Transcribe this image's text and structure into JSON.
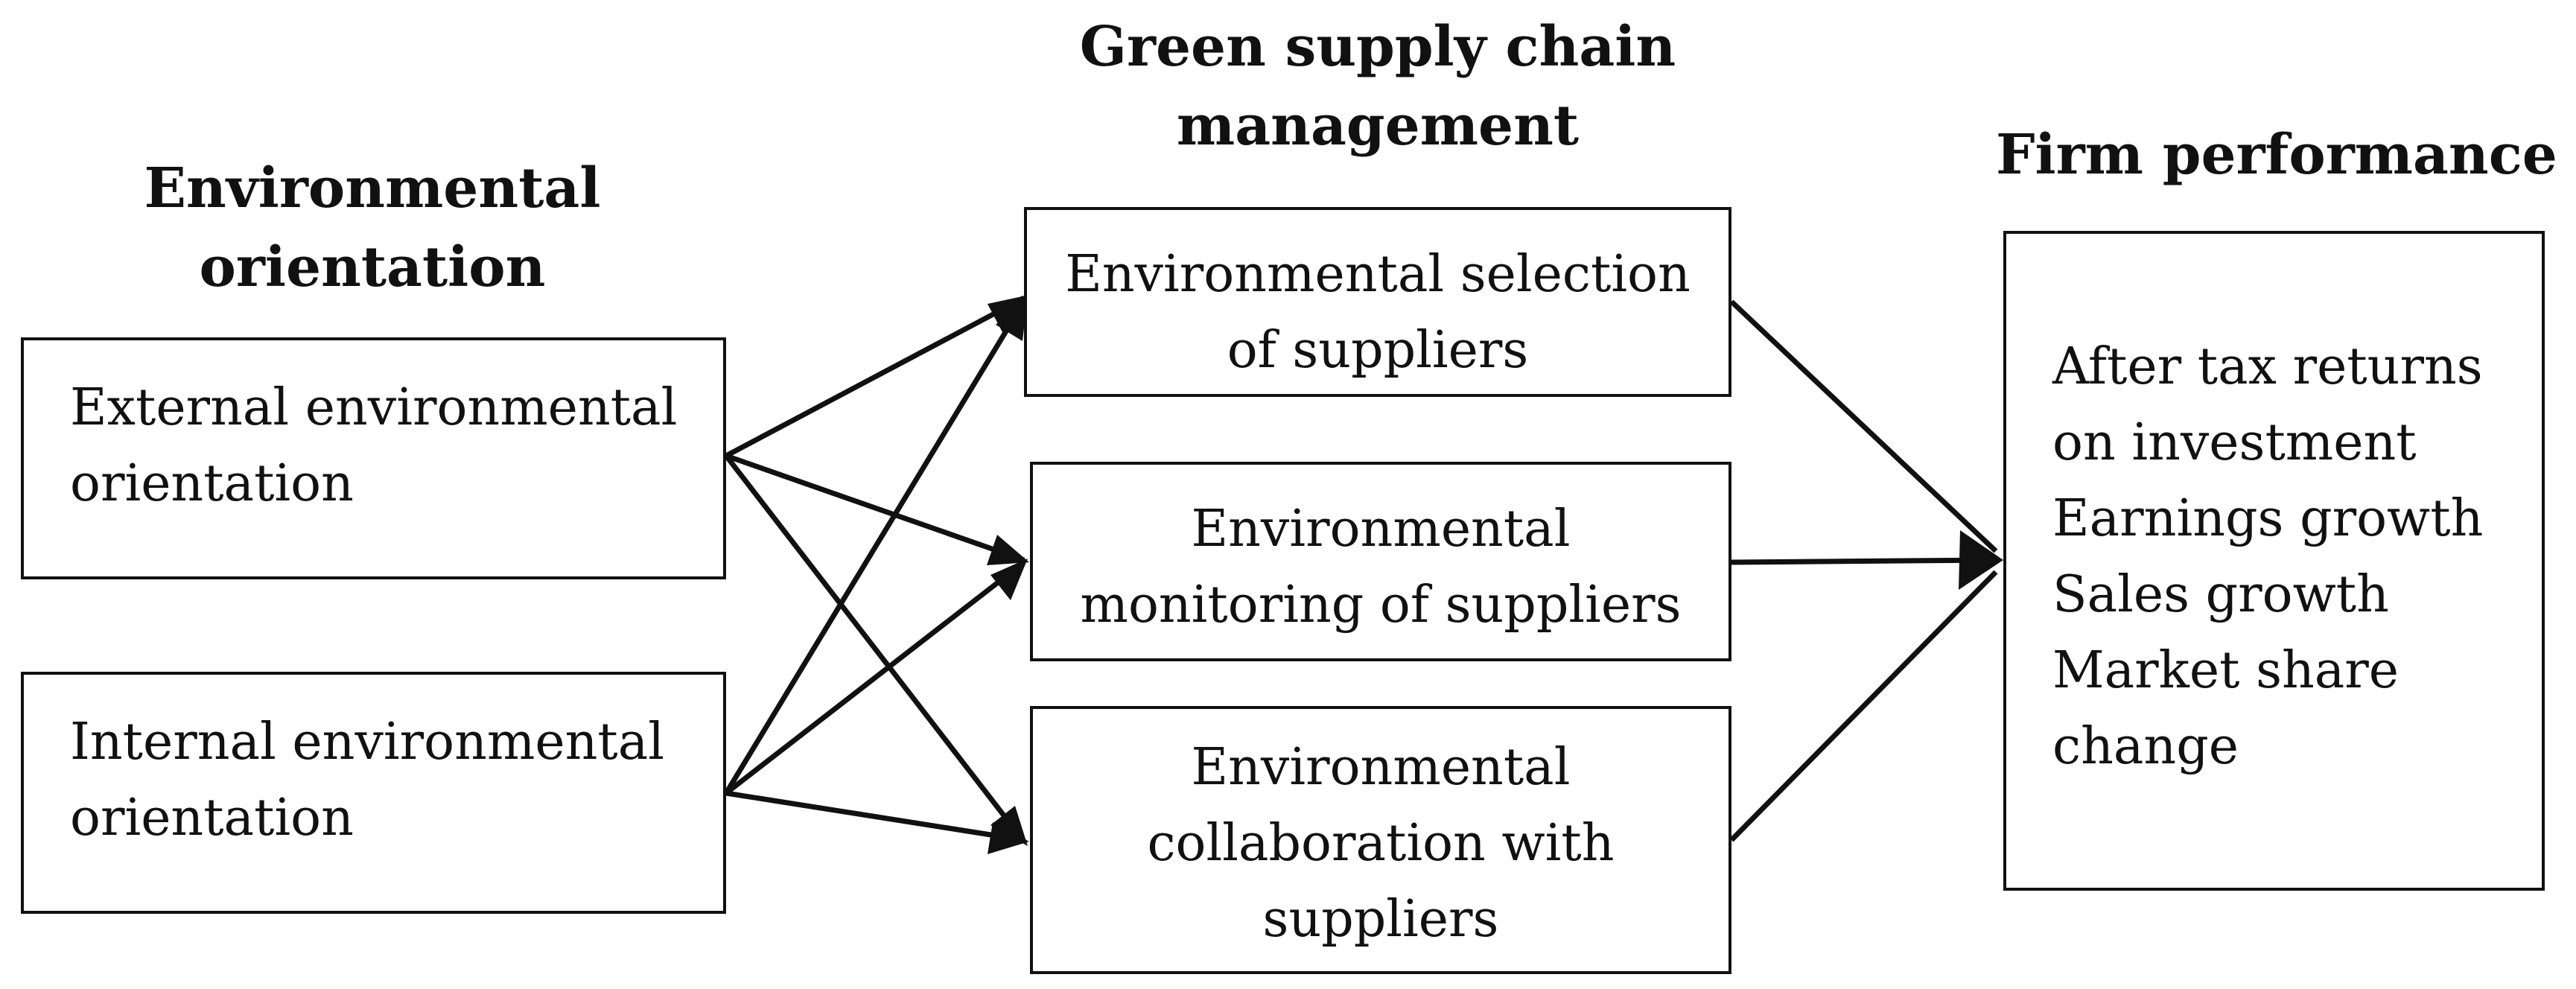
{
  "headings": {
    "environmental_orientation": [
      "Environmental",
      "orientation"
    ],
    "gscm": [
      "Green supply chain",
      "management"
    ],
    "firm_performance": [
      "Firm performance"
    ]
  },
  "boxes": {
    "external": [
      "External environmental",
      "orientation"
    ],
    "internal": [
      "Internal environmental",
      "orientation"
    ],
    "selection": [
      "Environmental selection",
      "of suppliers"
    ],
    "monitoring": [
      "Environmental",
      "monitoring of suppliers"
    ],
    "collaboration": [
      "Environmental",
      "collaboration with",
      "suppliers"
    ],
    "performance": [
      "After tax returns",
      "on investment",
      "Earnings growth",
      "Sales growth",
      "Market share",
      "change"
    ]
  },
  "relations": [
    {
      "from": "external",
      "to": "selection"
    },
    {
      "from": "external",
      "to": "monitoring"
    },
    {
      "from": "external",
      "to": "collaboration"
    },
    {
      "from": "internal",
      "to": "selection"
    },
    {
      "from": "internal",
      "to": "monitoring"
    },
    {
      "from": "internal",
      "to": "collaboration"
    },
    {
      "from": "selection",
      "to": "performance"
    },
    {
      "from": "monitoring",
      "to": "performance"
    },
    {
      "from": "collaboration",
      "to": "performance"
    }
  ]
}
